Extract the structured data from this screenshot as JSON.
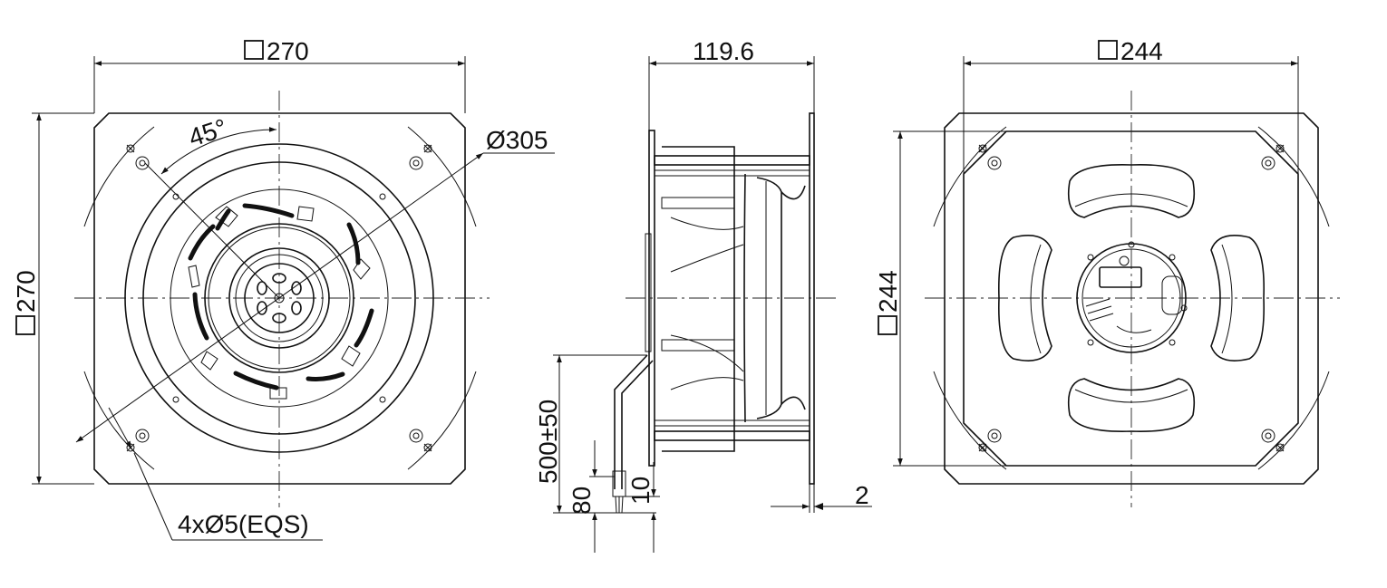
{
  "front_view": {
    "width_dim": "270",
    "height_dim": "270",
    "angle": "45°",
    "diameter": "Ø305",
    "holes": "4xØ5(EQS)"
  },
  "side_view": {
    "depth_dim": "119.6",
    "flange_dim": "2",
    "cable_length": "500±50",
    "strip_length": "80",
    "wire_end": "10"
  },
  "rear_view": {
    "width_dim": "244",
    "height_dim": "244"
  }
}
